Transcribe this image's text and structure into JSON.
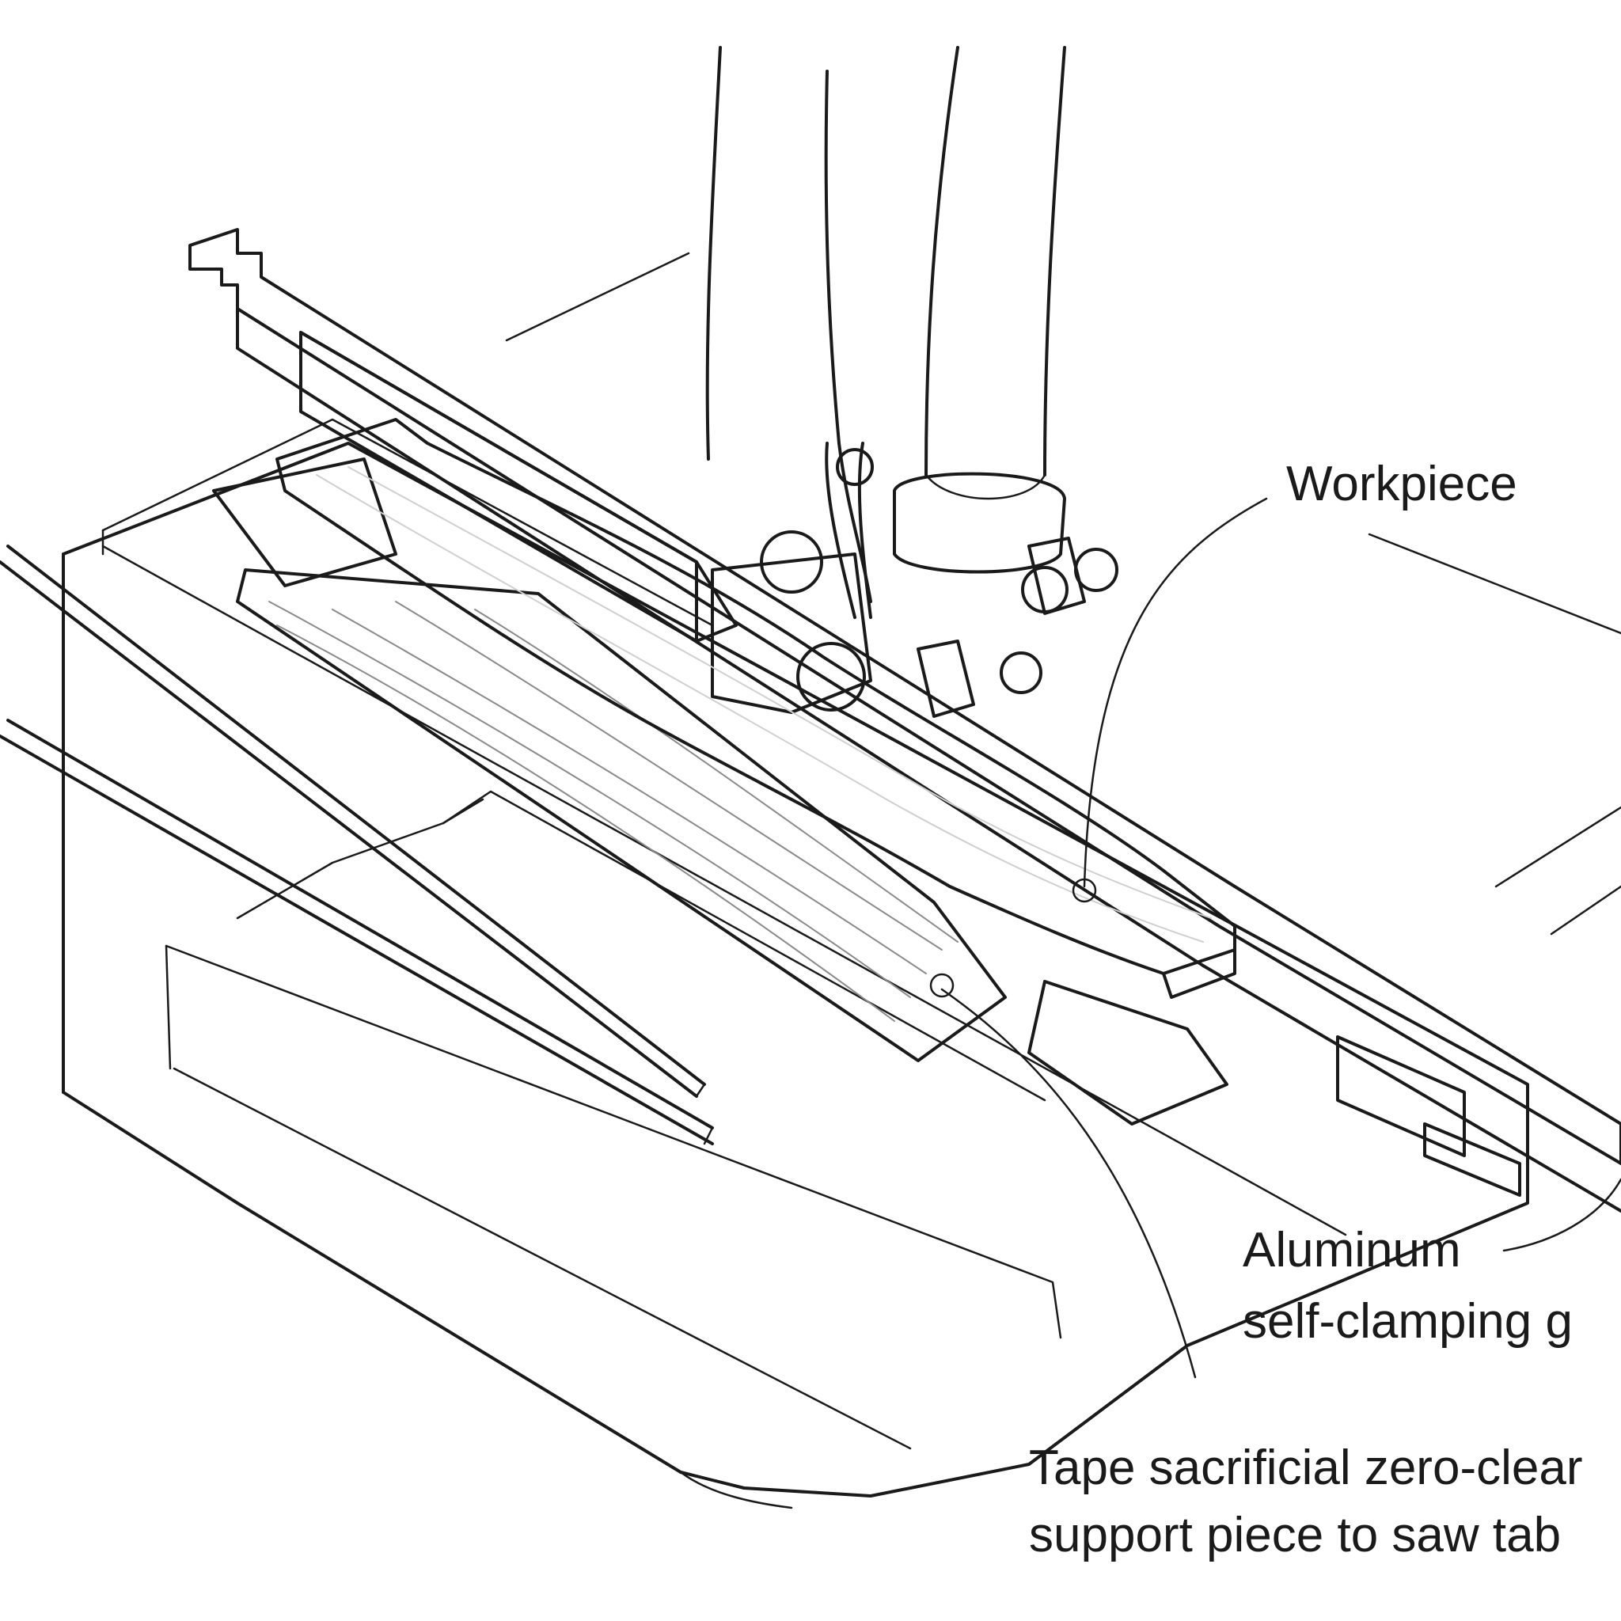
{
  "labels": {
    "workpiece": "Workpiece",
    "fence_line1": "Aluminum",
    "fence_line2": "self-clamping g",
    "tape_line1": "Tape sacrificial zero-clear",
    "tape_line2": "support piece to saw tab"
  }
}
